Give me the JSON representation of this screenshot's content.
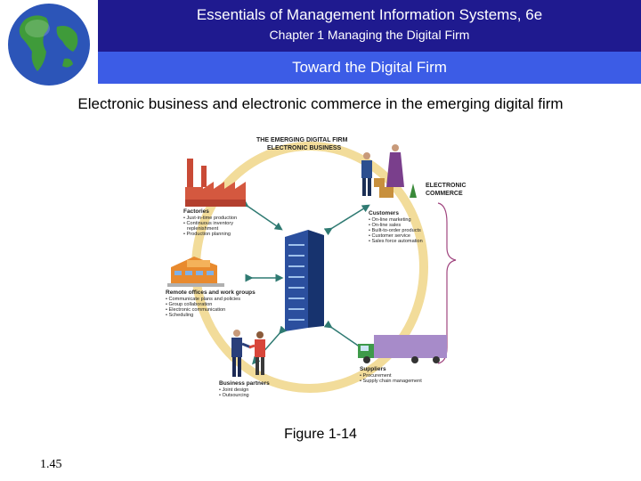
{
  "header": {
    "title": "Essentials of Management Information Systems, 6e",
    "chapter": "Chapter 1 Managing the Digital Firm",
    "section": "Toward the Digital Firm"
  },
  "slide": {
    "subtitle": "Electronic business and electronic commerce in the emerging digital firm",
    "caption": "Figure 1-14",
    "number": "1.45"
  },
  "figure": {
    "title_line1": "THE EMERGING DIGITAL FIRM",
    "title_line2": "ELECTRONIC BUSINESS",
    "ecommerce_line1": "ELECTRONIC",
    "ecommerce_line2": "COMMERCE",
    "factories": {
      "heading": "Factories",
      "items": [
        "• Just-in-time production",
        "• Continuous inventory",
        "  replenishment",
        "• Production planning"
      ]
    },
    "customers": {
      "heading": "Customers",
      "items": [
        "• On-line marketing",
        "• On-line sales",
        "• Built-to-order products",
        "• Customer service",
        "• Sales force automation"
      ]
    },
    "remote": {
      "heading": "Remote offices and work groups",
      "items": [
        "• Communicate plans and policies",
        "• Group collaboration",
        "• Electronic communication",
        "• Scheduling"
      ]
    },
    "suppliers": {
      "heading": "Suppliers",
      "items": [
        "• Procurement",
        "• Supply chain management"
      ]
    },
    "partners": {
      "heading": "Business partners",
      "items": [
        "• Joint design",
        "• Outsourcing"
      ]
    }
  },
  "colors": {
    "header_bg": "#1f1a8f",
    "band_bg": "#3c5ce6",
    "ring": "#f2dc9a",
    "arrow": "#2f7a72"
  }
}
